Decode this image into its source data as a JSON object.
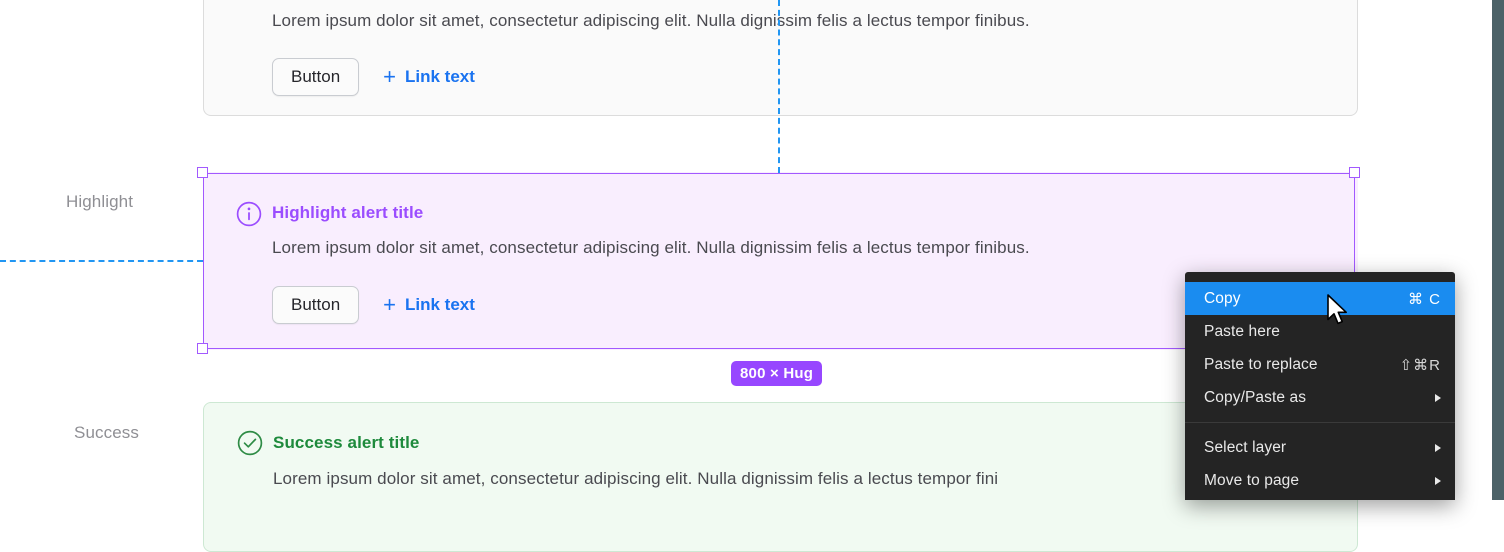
{
  "rows": {
    "highlight_label": "Highlight",
    "success_label": "Success"
  },
  "alerts": [
    {
      "key": "neutral",
      "variant": "neutral",
      "title": "",
      "body": "Lorem ipsum dolor sit amet, consectetur adipiscing elit. Nulla dignissim felis a lectus tempor finibus.",
      "button_label": "Button",
      "link_label": "Link text",
      "plus_icon": "plus-icon",
      "background": "#fafafa",
      "border": "#dcdcdc"
    },
    {
      "key": "highlight",
      "variant": "highlight",
      "icon": "info-circle-icon",
      "title": "Highlight alert title",
      "body": "Lorem ipsum dolor sit amet, consectetur adipiscing elit. Nulla dignissim felis a lectus tempor finibus.",
      "button_label": "Button",
      "link_label": "Link text",
      "plus_icon": "plus-icon",
      "title_color": "#9b4dff",
      "background": "#f9eefe"
    },
    {
      "key": "success",
      "variant": "success",
      "icon": "check-circle-icon",
      "title": "Success alert title",
      "body": "Lorem ipsum dolor sit amet, consectetur adipiscing elit. Nulla dignissim felis a lectus tempor fini",
      "title_color": "#1e8a3c",
      "background": "#f1faf2",
      "border": "#cde8d3"
    }
  ],
  "selection": {
    "size_badge": "800 × Hug",
    "accent_color": "#a259ff",
    "badge_color": "#9747ff",
    "guide_color": "#2196f3"
  },
  "context_menu": {
    "items": [
      {
        "label": "Copy",
        "shortcut": "⌘ C",
        "active": true,
        "submenu": false
      },
      {
        "label": "Paste here",
        "shortcut": "",
        "active": false,
        "submenu": false
      },
      {
        "label": "Paste to replace",
        "shortcut": "⇧⌘R",
        "active": false,
        "submenu": false
      },
      {
        "label": "Copy/Paste as",
        "shortcut": "",
        "active": false,
        "submenu": true
      }
    ],
    "items_group2": [
      {
        "label": "Select layer",
        "shortcut": "",
        "active": false,
        "submenu": true
      },
      {
        "label": "Move to page",
        "shortcut": "",
        "active": false,
        "submenu": true
      }
    ],
    "highlight_color": "#1a8cf0",
    "background": "#242424"
  },
  "cursor": {
    "icon": "arrow-pointer-cursor"
  }
}
